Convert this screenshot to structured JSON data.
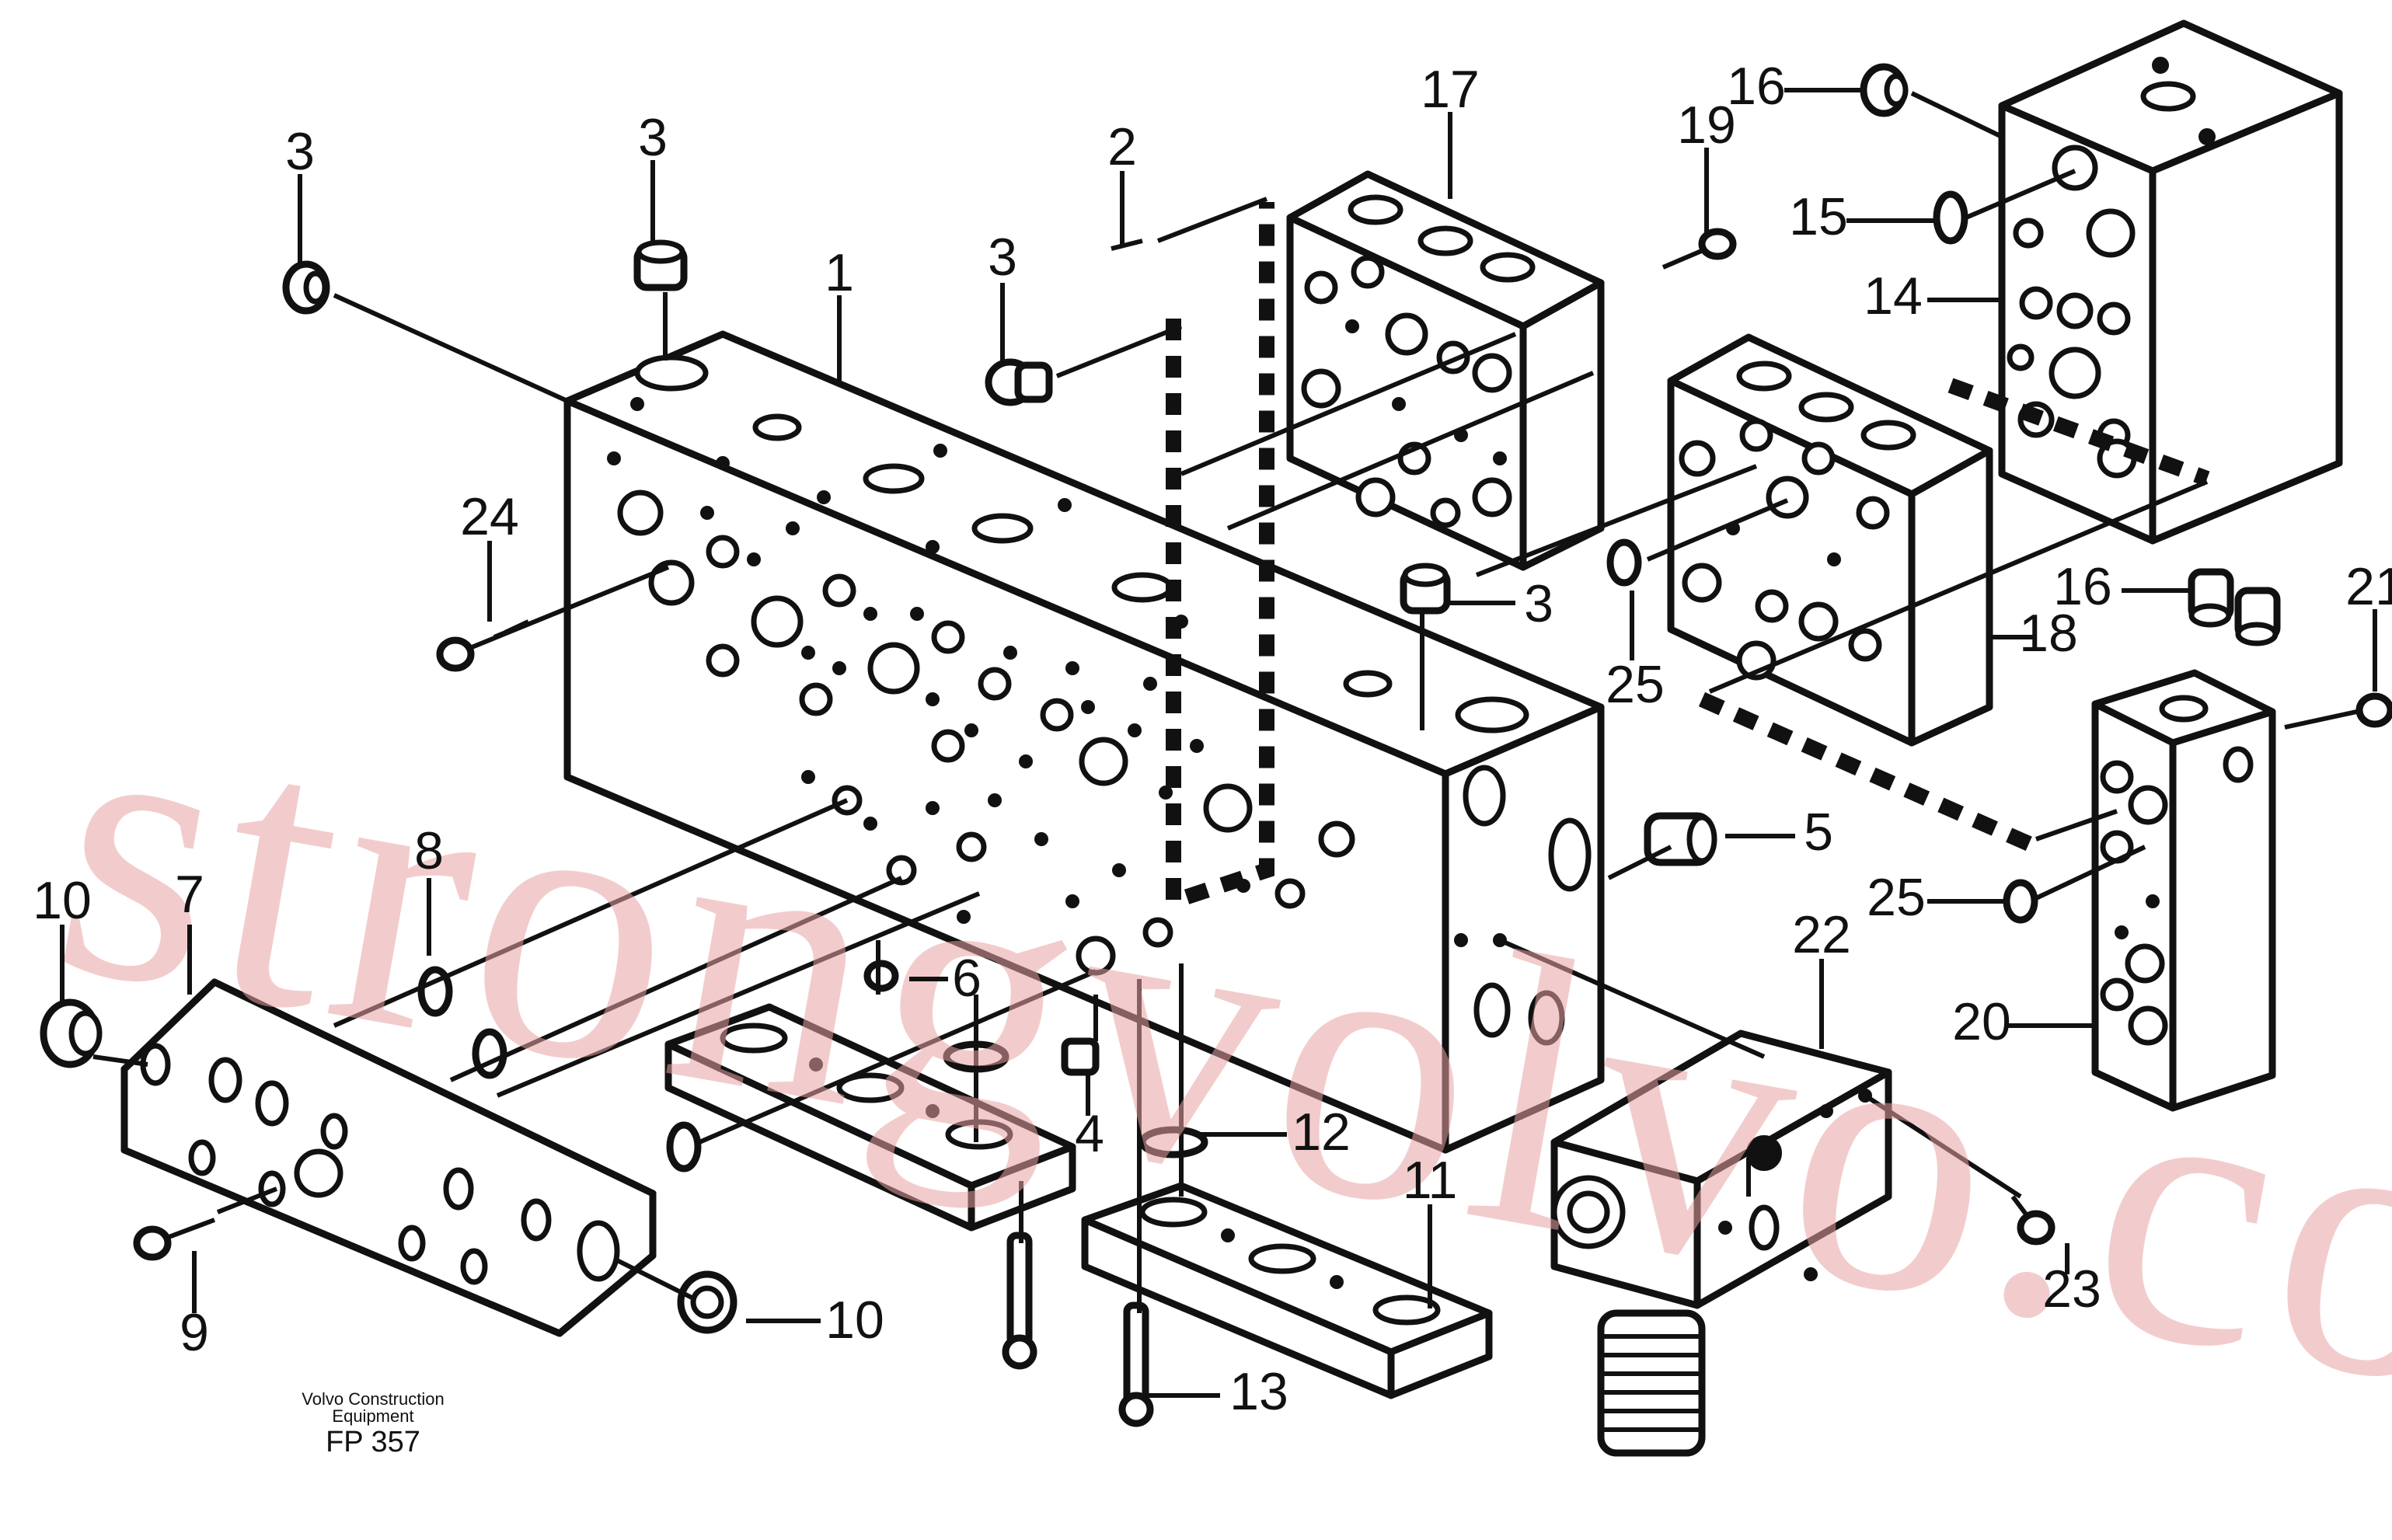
{
  "drawing_code": "FP 357",
  "publisher_lines": [
    "Volvo Construction",
    "Equipment"
  ],
  "watermark": "strongvolvo.com",
  "callouts": [
    "1",
    "2",
    "3",
    "3",
    "3",
    "3",
    "4",
    "5",
    "6",
    "7",
    "8",
    "9",
    "10",
    "10",
    "11",
    "12",
    "13",
    "14",
    "15",
    "16",
    "16",
    "17",
    "18",
    "19",
    "20",
    "21",
    "22",
    "23",
    "24",
    "25",
    "25"
  ],
  "colors": {
    "line": "#111111",
    "watermark": "#e8a3a3",
    "background": "#ffffff"
  }
}
